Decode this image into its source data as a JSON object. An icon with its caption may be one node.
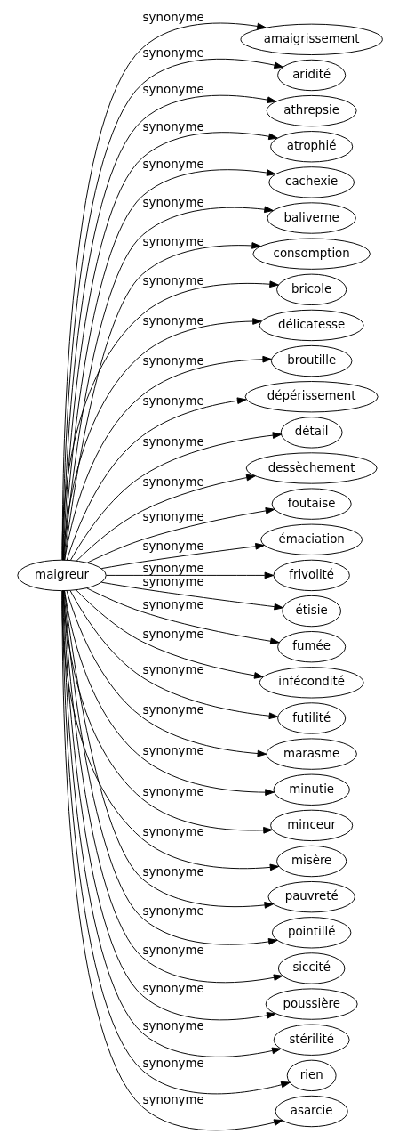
{
  "diagram": {
    "nodes": [
      {
        "text": [
          "maigreur"
        ]
      },
      {
        "text": [
          "amaigrissement"
        ]
      },
      {
        "text": [
          "aridité"
        ]
      },
      {
        "text": [
          "athrepsie"
        ]
      },
      {
        "text": [
          "atrophié"
        ]
      },
      {
        "text": [
          "cachexie"
        ]
      },
      {
        "text": [
          "baliverne"
        ]
      },
      {
        "text": [
          "consomption"
        ]
      },
      {
        "text": [
          "bricole"
        ]
      },
      {
        "text": [
          "délicatesse"
        ]
      },
      {
        "text": [
          "broutille"
        ]
      },
      {
        "text": [
          "dépérissement"
        ]
      },
      {
        "text": [
          "détail"
        ]
      },
      {
        "text": [
          "dessèchement"
        ]
      },
      {
        "text": [
          "foutaise"
        ]
      },
      {
        "text": [
          "émaciation"
        ]
      },
      {
        "text": [
          "frivolité"
        ]
      },
      {
        "text": [
          "étisie"
        ]
      },
      {
        "text": [
          "fumée"
        ]
      },
      {
        "text": [
          "infécondité"
        ]
      },
      {
        "text": [
          "futilité"
        ]
      },
      {
        "text": [
          "marasme"
        ]
      },
      {
        "text": [
          "minutie"
        ]
      },
      {
        "text": [
          "minceur"
        ]
      },
      {
        "text": [
          "misère"
        ]
      },
      {
        "text": [
          "pauvreté"
        ]
      },
      {
        "text": [
          "pointillé"
        ]
      },
      {
        "text": [
          "siccité"
        ]
      },
      {
        "text": [
          "poussière"
        ]
      },
      {
        "text": [
          "stérilité"
        ]
      },
      {
        "text": [
          "rien"
        ]
      },
      {
        "text": [
          "asarcie"
        ]
      }
    ],
    "edges": [
      {
        "from": 0,
        "to": 1,
        "arrow": "to",
        "label": "synonyme"
      },
      {
        "from": 0,
        "to": 2,
        "arrow": "to",
        "label": "synonyme"
      },
      {
        "from": 0,
        "to": 3,
        "arrow": "to",
        "label": "synonyme"
      },
      {
        "from": 0,
        "to": 4,
        "arrow": "to",
        "label": "synonyme"
      },
      {
        "from": 0,
        "to": 5,
        "arrow": "to",
        "label": "synonyme"
      },
      {
        "from": 0,
        "to": 6,
        "arrow": "to",
        "label": "synonyme"
      },
      {
        "from": 0,
        "to": 7,
        "arrow": "to",
        "label": "synonyme"
      },
      {
        "from": 0,
        "to": 8,
        "arrow": "to",
        "label": "synonyme"
      },
      {
        "from": 0,
        "to": 9,
        "arrow": "to",
        "label": "synonyme"
      },
      {
        "from": 0,
        "to": 10,
        "arrow": "to",
        "label": "synonyme"
      },
      {
        "from": 0,
        "to": 11,
        "arrow": "to",
        "label": "synonyme"
      },
      {
        "from": 0,
        "to": 12,
        "arrow": "to",
        "label": "synonyme"
      },
      {
        "from": 0,
        "to": 13,
        "arrow": "to",
        "label": "synonyme"
      },
      {
        "from": 0,
        "to": 14,
        "arrow": "to",
        "label": "synonyme"
      },
      {
        "from": 0,
        "to": 15,
        "arrow": "to",
        "label": "synonyme"
      },
      {
        "from": 0,
        "to": 16,
        "arrow": "to",
        "label": "synonyme"
      },
      {
        "from": 0,
        "to": 17,
        "arrow": "to",
        "label": "synonyme"
      },
      {
        "from": 0,
        "to": 18,
        "arrow": "to",
        "label": "synonyme"
      },
      {
        "from": 0,
        "to": 19,
        "arrow": "to",
        "label": "synonyme"
      },
      {
        "from": 0,
        "to": 20,
        "arrow": "to",
        "label": "synonyme"
      },
      {
        "from": 0,
        "to": 21,
        "arrow": "to",
        "label": "synonyme"
      },
      {
        "from": 0,
        "to": 22,
        "arrow": "to",
        "label": "synonyme"
      },
      {
        "from": 0,
        "to": 23,
        "arrow": "to",
        "label": "synonyme"
      },
      {
        "from": 0,
        "to": 24,
        "arrow": "to",
        "label": "synonyme"
      },
      {
        "from": 0,
        "to": 25,
        "arrow": "to",
        "label": "synonyme"
      },
      {
        "from": 0,
        "to": 26,
        "arrow": "to",
        "label": "synonyme"
      },
      {
        "from": 0,
        "to": 27,
        "arrow": "to",
        "label": "synonyme"
      },
      {
        "from": 0,
        "to": 28,
        "arrow": "to",
        "label": "synonyme"
      },
      {
        "from": 0,
        "to": 29,
        "arrow": "to",
        "label": "synonyme"
      },
      {
        "from": 0,
        "to": 30,
        "arrow": "to",
        "label": "synonyme"
      },
      {
        "from": 0,
        "to": 31,
        "arrow": "to",
        "label": "synonyme"
      }
    ]
  }
}
